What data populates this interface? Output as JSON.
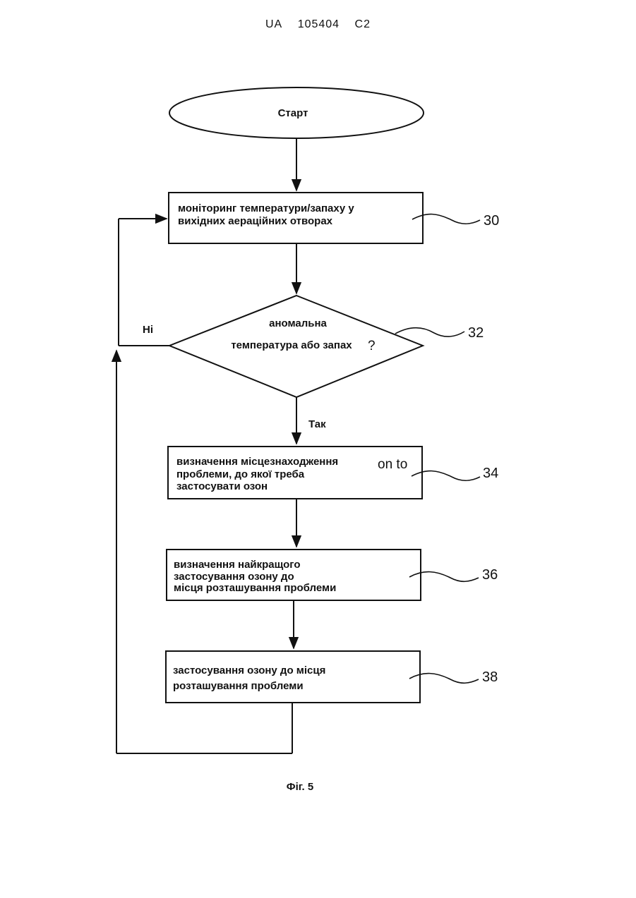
{
  "header": {
    "country": "UA",
    "number": "105404",
    "kind": "C2"
  },
  "figure": {
    "start": "Старт",
    "box30": {
      "line1": "моніторинг  температури/запаху у",
      "line2": "вихідних аераційних отворах",
      "ref": "30"
    },
    "dec32": {
      "line1": "аномальна",
      "line2": "температура або запах",
      "mark": "?",
      "ref": "32",
      "no": "Ні",
      "yes": "Так"
    },
    "box34": {
      "line1": "визначення місцезнаходження",
      "extra": "on to",
      "line2": "проблеми, до якої треба",
      "line3": "застосувати озон",
      "ref": "34"
    },
    "box36": {
      "line1": "визначення найкращого",
      "line2": "застосування озону до",
      "line3": "місця розташування проблеми",
      "ref": "36"
    },
    "box38": {
      "line1": "застосування озону  до місця",
      "line2": "розташування проблеми",
      "ref": "38"
    },
    "caption": "Фіг. 5"
  }
}
